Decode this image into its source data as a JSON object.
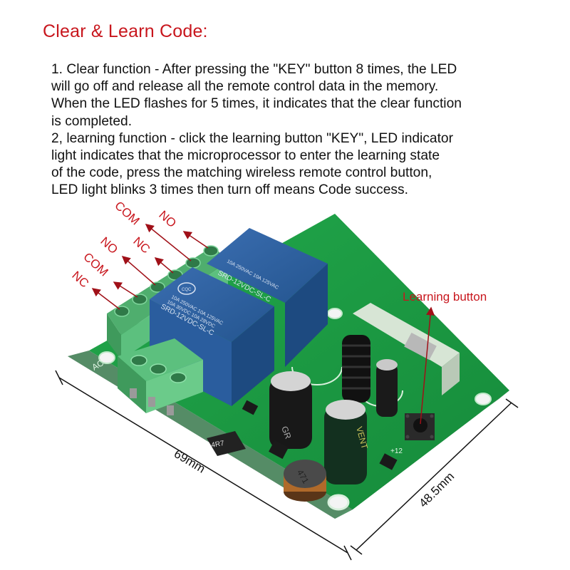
{
  "title": "Clear & Learn Code:",
  "instructions": {
    "lines": [
      "1. Clear function - After pressing the \"KEY\" button 8 times, the LED",
      "will go off and release all the remote control data in the memory.",
      "When the LED flashes for 5 times, it indicates that the clear function",
      "is completed.",
      "2, learning function - click the learning button \"KEY\", LED indicator",
      "light indicates that the microprocessor to enter the learning state",
      "of the code, press the matching wireless remote control button,",
      "LED light blinks 3 times then turn off means Code success."
    ]
  },
  "terminal_labels": {
    "relay1": [
      "NO",
      "COM"
    ],
    "relay2": [
      "NC",
      "NO",
      "COM",
      "NC"
    ],
    "order_top_to_bottom": [
      "NO",
      "COM",
      "NC",
      "NO",
      "COM",
      "NC"
    ]
  },
  "callouts": {
    "learning_button": "Learning button"
  },
  "dimensions": {
    "length": "69mm",
    "width": "48.5mm"
  },
  "components": {
    "relay_model": "SRD-12VDC-SL-C",
    "relay_rating_1": "10A 250VAC  10A 125VAC",
    "relay_rating_2": "10A 30VDC   10A 28VDC",
    "relay_cert": "CQC",
    "resistor": "4R7",
    "inductor": "471",
    "capacitor_brand": "VENT",
    "pcb_marking_power": "+12",
    "pcb_marking_ac": "AC"
  },
  "colors": {
    "accent_red": "#c8161d",
    "pcb_green": "#1e9e45",
    "relay_blue": "#2a5d9e",
    "terminal_green": "#5cb87a"
  }
}
